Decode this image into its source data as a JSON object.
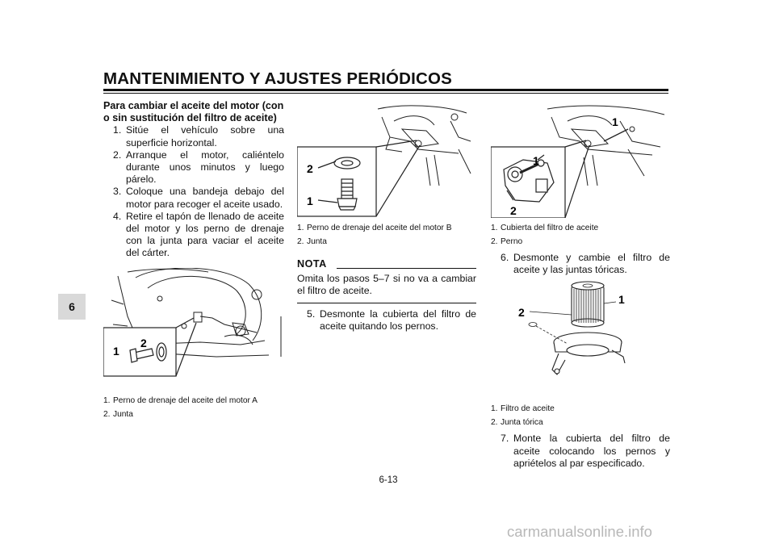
{
  "header": {
    "title": "MANTENIMIENTO Y AJUSTES PERIÓDICOS"
  },
  "chapter_tab": "6",
  "section": {
    "heading": "Para cambiar el aceite del motor (con o sin sustitución del filtro de aceite)"
  },
  "steps": [
    {
      "num": "1.",
      "text": "Sitúe el vehículo sobre una superficie horizontal."
    },
    {
      "num": "2.",
      "text": "Arranque el motor, caliéntelo durante unos minutos y luego párelo."
    },
    {
      "num": "3.",
      "text": "Coloque una bandeja debajo del motor para recoger el aceite usado."
    },
    {
      "num": "4.",
      "text": "Retire el tapón de llenado de aceite del motor y los perno de drenaje con la junta para vaciar el aceite del cárter."
    },
    {
      "num": "5.",
      "text": "Desmonte la cubierta del filtro de aceite quitando los pernos."
    },
    {
      "num": "6.",
      "text": "Desmonte y cambie el filtro de aceite y las juntas tóricas."
    },
    {
      "num": "7.",
      "text": "Monte la cubierta del filtro de aceite colocando los pernos y apriételos al par especificado."
    }
  ],
  "figures": {
    "fig_a": {
      "labels": [
        "1",
        "2"
      ],
      "callouts": [
        {
          "num": "1.",
          "text": "Perno de drenaje del aceite del motor A"
        },
        {
          "num": "2.",
          "text": "Junta"
        }
      ]
    },
    "fig_b": {
      "labels": [
        "2",
        "1"
      ],
      "callouts": [
        {
          "num": "1.",
          "text": "Perno de drenaje del aceite del motor B"
        },
        {
          "num": "2.",
          "text": "Junta"
        }
      ]
    },
    "fig_c": {
      "labels": [
        "1",
        "1",
        "2"
      ],
      "callouts": [
        {
          "num": "1.",
          "text": "Cubierta del filtro de aceite"
        },
        {
          "num": "2.",
          "text": "Perno"
        }
      ]
    },
    "fig_d": {
      "labels": [
        "1",
        "2"
      ],
      "callouts": [
        {
          "num": "1.",
          "text": "Filtro de aceite"
        },
        {
          "num": "2.",
          "text": "Junta tórica"
        }
      ]
    }
  },
  "note": {
    "label": "NOTA",
    "text": "Omita los pasos 5–7 si no va a cambiar el filtro de aceite."
  },
  "page_number": "6-13",
  "watermark": "carmanualsonline.info"
}
